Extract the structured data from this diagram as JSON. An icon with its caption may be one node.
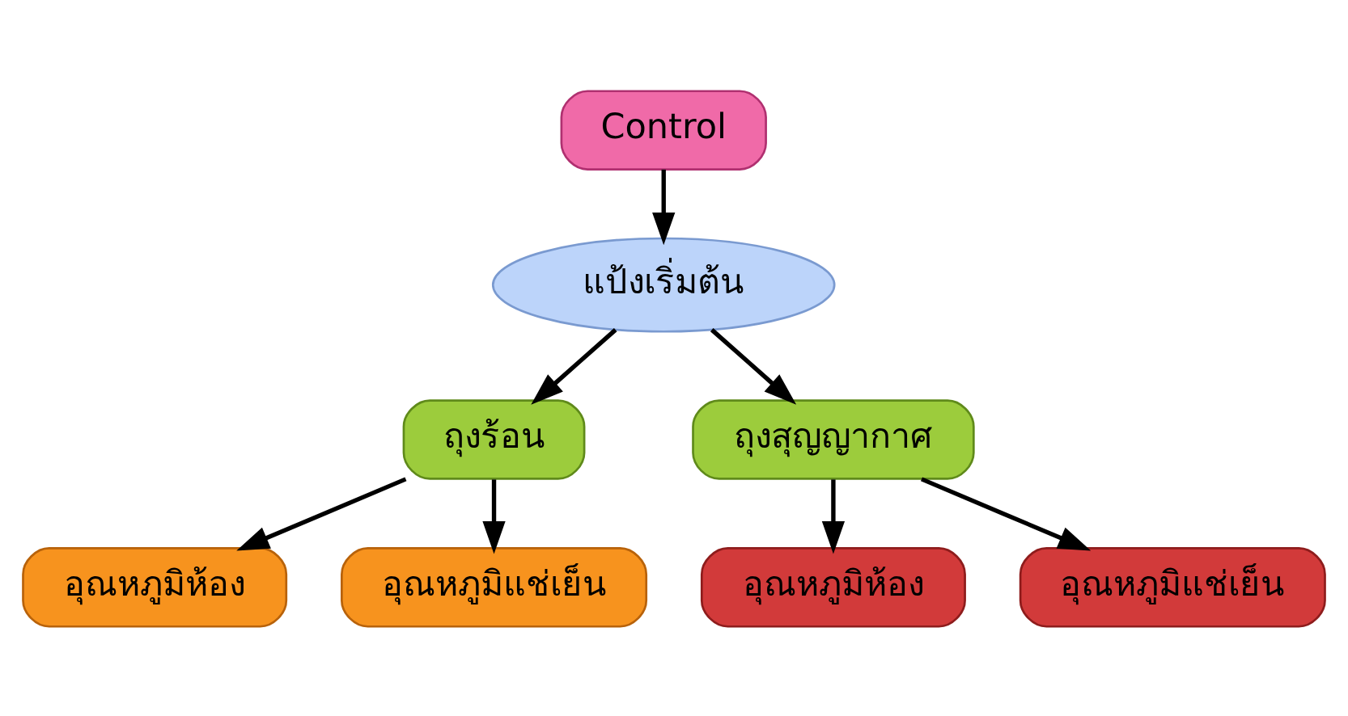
{
  "diagram": {
    "nodes": [
      {
        "text": [
          "Control"
        ]
      },
      {
        "text": [
          "แป้งเริ่มต้น"
        ]
      },
      {
        "text": [
          "ถุงร้อน"
        ]
      },
      {
        "text": [
          "ถุงสุญญากาศ"
        ]
      },
      {
        "text": [
          "อุณหภูมิห้อง"
        ]
      },
      {
        "text": [
          "อุณหภูมิแช่เย็น"
        ]
      },
      {
        "text": [
          "อุณหภูมิห้อง"
        ]
      },
      {
        "text": [
          "อุณหภูมิแช่เย็น"
        ]
      }
    ],
    "edges": [
      {
        "from": 0,
        "to": 1,
        "arrow": "to"
      },
      {
        "from": 1,
        "to": 2,
        "arrow": "to"
      },
      {
        "from": 1,
        "to": 3,
        "arrow": "to"
      },
      {
        "from": 2,
        "to": 4,
        "arrow": "to"
      },
      {
        "from": 2,
        "to": 5,
        "arrow": "to"
      },
      {
        "from": 3,
        "to": 6,
        "arrow": "to"
      },
      {
        "from": 3,
        "to": 7,
        "arrow": "to"
      }
    ]
  }
}
